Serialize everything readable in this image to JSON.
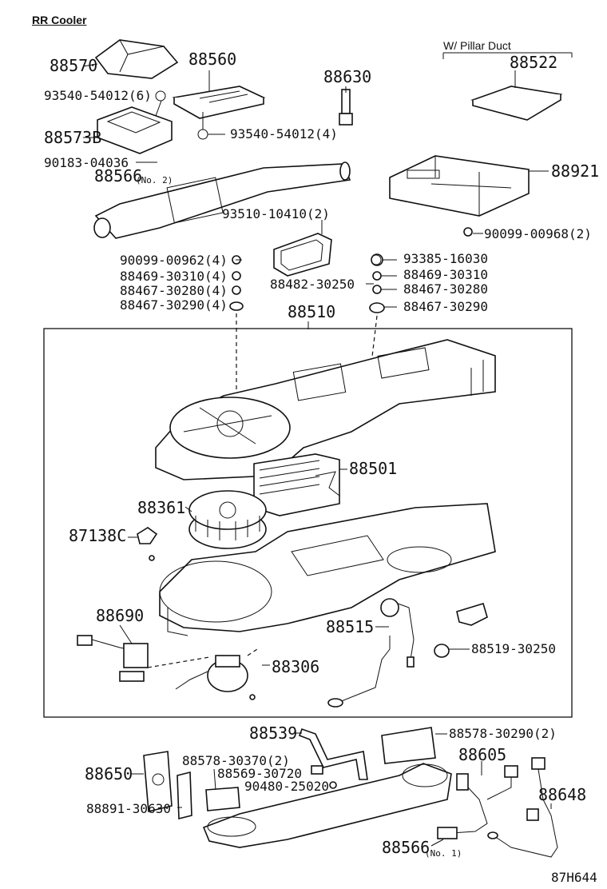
{
  "diagram": {
    "title": "RR  Cooler",
    "group_note": "W/ Pillar Duct",
    "figure_code": "87H644",
    "labels": {
      "p88570": "88570",
      "p88560": "88560",
      "p88630": "88630",
      "p88522": "88522",
      "p93540a": "93540-54012(6)",
      "p93540b": "93540-54012(4)",
      "p88573b": "88573B",
      "p90183": "90183-04036",
      "p88566a": "88566",
      "p88566a_sub": "(No. 2)",
      "p88921": "88921",
      "p93510": "93510-10410(2)",
      "p90099b": "90099-00968(2)",
      "p90099a": "90099-00962(4)",
      "p88469a": "88469-30310(4)",
      "p88467a": "88467-30280(4)",
      "p88467b": "88467-30290(4)",
      "p93385": "93385-16030",
      "p88469b": "88469-30310",
      "p88482": "88482-30250",
      "p88467c": "88467-30280",
      "p88467d": "88467-30290",
      "p88510": "88510",
      "p88501": "88501",
      "p88361": "88361",
      "p87138": "87138C",
      "p88690": "88690",
      "p88515": "88515",
      "p88519": "88519-30250",
      "p88306": "88306",
      "p88539": "88539",
      "p88578a": "88578-30290(2)",
      "p88605": "88605",
      "p88650": "88650",
      "p88578b": "88578-30370(2)",
      "p88569": "88569-30720",
      "p90480": "90480-25020",
      "p88648": "88648",
      "p88891": "88891-30630",
      "p88566b": "88566",
      "p88566b_sub": "(No. 1)"
    }
  }
}
